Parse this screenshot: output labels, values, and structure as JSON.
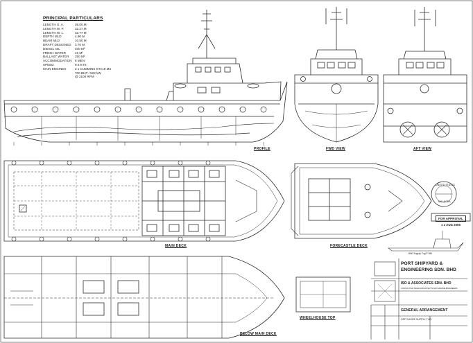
{
  "particulars": {
    "title": "PRINCIPAL PARTICULARS",
    "rows": [
      {
        "label": "LENGTH O. A.",
        "value": "35.00 M"
      },
      {
        "label": "LENGTH W. P.",
        "value": "32.27 M"
      },
      {
        "label": "LENGTH W. L.",
        "value": "32.77 M"
      },
      {
        "label": "DEPTH MLD",
        "value": "4.90 M"
      },
      {
        "label": "BEAM MLD",
        "value": "10.50 M"
      },
      {
        "label": "DRAFT DESIGNED",
        "value": "3.70 M"
      },
      {
        "label": "DIESEL OIL",
        "value": "400 M³"
      },
      {
        "label": "FRESH WATER",
        "value": "45 M³"
      },
      {
        "label": "BALLAST WATER",
        "value": "250 M³"
      },
      {
        "label": "ACCOMMODATION",
        "value": "8 MEN"
      },
      {
        "label": "SPEED",
        "value": "9.5 KTS"
      },
      {
        "label": "MAIN ENGINES",
        "value": "2 x CUMMINS KTA19 M4"
      },
      {
        "label": "",
        "value": "700 BHP / 522 kW"
      },
      {
        "label": "",
        "value": "@ 2100 RPM"
      }
    ]
  },
  "views": {
    "profile": "PROFILE",
    "fwd": "FWD VIEW",
    "aft": "AFT VIEW",
    "main_deck": "MAIN DECK",
    "forecastle": "FORECASTLE DECK",
    "below_main": "BELOW MAIN DECK",
    "wheelhouse": "WHEELHOUSE TOP"
  },
  "stamp": {
    "approval": "FOR APPROVAL",
    "date": "1 1 AUG 2005",
    "ring_top": "UNITED STATES",
    "ring_bottom": "MALAYSIA"
  },
  "vessel_caption": "1500 Supply Tug P 350",
  "titleblock": {
    "shipyard": "PORT SHIPYARD &",
    "shipyard2": "ENGINEERING SDN. BHD",
    "designer": "ISO & ASSOCIATES SDN. BHD",
    "designer_sub": "CONSULTING NAVAL ARCHITECTS AND MARINE ENGINEERS",
    "drawing_title": "GENERAL ARRANGEMENT",
    "project": "OFF SHORE SUPPLY TUG"
  },
  "colors": {
    "ink": "#2a2a2a",
    "paper": "#ffffff"
  }
}
